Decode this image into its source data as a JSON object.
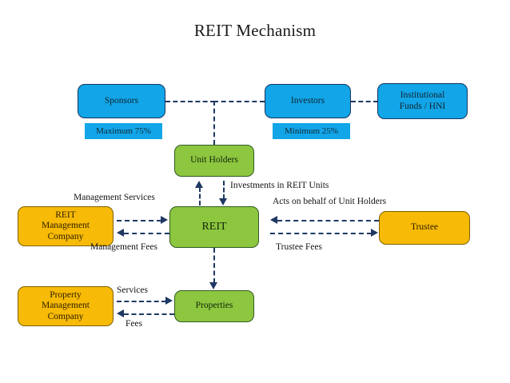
{
  "diagram": {
    "title": "REIT Mechanism",
    "type": "flow-diagram",
    "nodes": {
      "sponsors": "Sponsors",
      "investors": "Investors",
      "institutional": {
        "line1": "Institutional",
        "line2": "Funds / HNI"
      },
      "unit_holders": "Unit Holders",
      "reit": "REIT",
      "properties": "Properties",
      "trustee": "Trustee",
      "reit_mgmt": {
        "line1": "REIT",
        "line2": "Management",
        "line3": "Company"
      },
      "property_mgmt": {
        "line1": "Property",
        "line2": "Management",
        "line3": "Company"
      }
    },
    "chips": {
      "max_sponsors": "Maximum 75%",
      "min_investors": "Minimum 25%"
    },
    "edge_labels": {
      "investments": "Investments in REIT Units",
      "management_services": "Management Services",
      "management_fees": "Management Fees",
      "acts_on_behalf": "Acts on behalf of Unit Holders",
      "trustee_fees": "Trustee Fees",
      "services": "Services",
      "fees": "Fees"
    },
    "colors": {
      "blue": "#12A5E8",
      "blue_border": "#17365D",
      "green": "#8DC63F",
      "green_border": "#2F5B23",
      "orange": "#F7BA06",
      "orange_border": "#7F6000",
      "connector": "#1F3864",
      "background": "#FFFFFF"
    }
  }
}
